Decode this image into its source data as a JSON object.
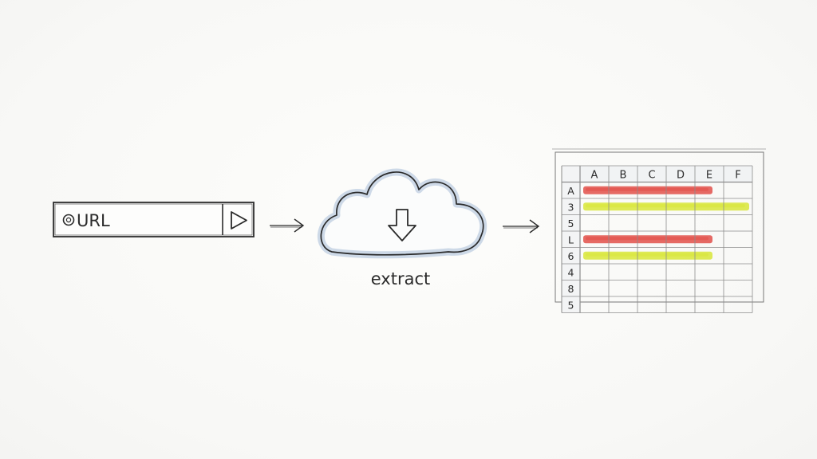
{
  "url_bar": {
    "label": "URL",
    "leading_icon": "globe-icon",
    "trailing_icon": "play-icon"
  },
  "cloud": {
    "icon": "download-arrow-icon",
    "caption": "extract"
  },
  "spreadsheet": {
    "columns": [
      "A",
      "B",
      "C",
      "D",
      "E",
      "F"
    ],
    "row_labels": [
      "A",
      "3",
      "5",
      "L",
      "6",
      "4",
      "8",
      "5"
    ],
    "highlights": [
      {
        "row": 0,
        "color": "#e2504a",
        "span": "A-E"
      },
      {
        "row": 1,
        "color": "#d8e63a",
        "span": "A-F"
      },
      {
        "row": 3,
        "color": "#e2504a",
        "span": "A-E"
      },
      {
        "row": 4,
        "color": "#d8e63a",
        "span": "A-E"
      }
    ]
  },
  "colors": {
    "ink": "#2b2b2b",
    "red_highlight": "#e2504a",
    "yellow_highlight": "#d8e63a",
    "cloud_shade": "#c9d6e6"
  }
}
